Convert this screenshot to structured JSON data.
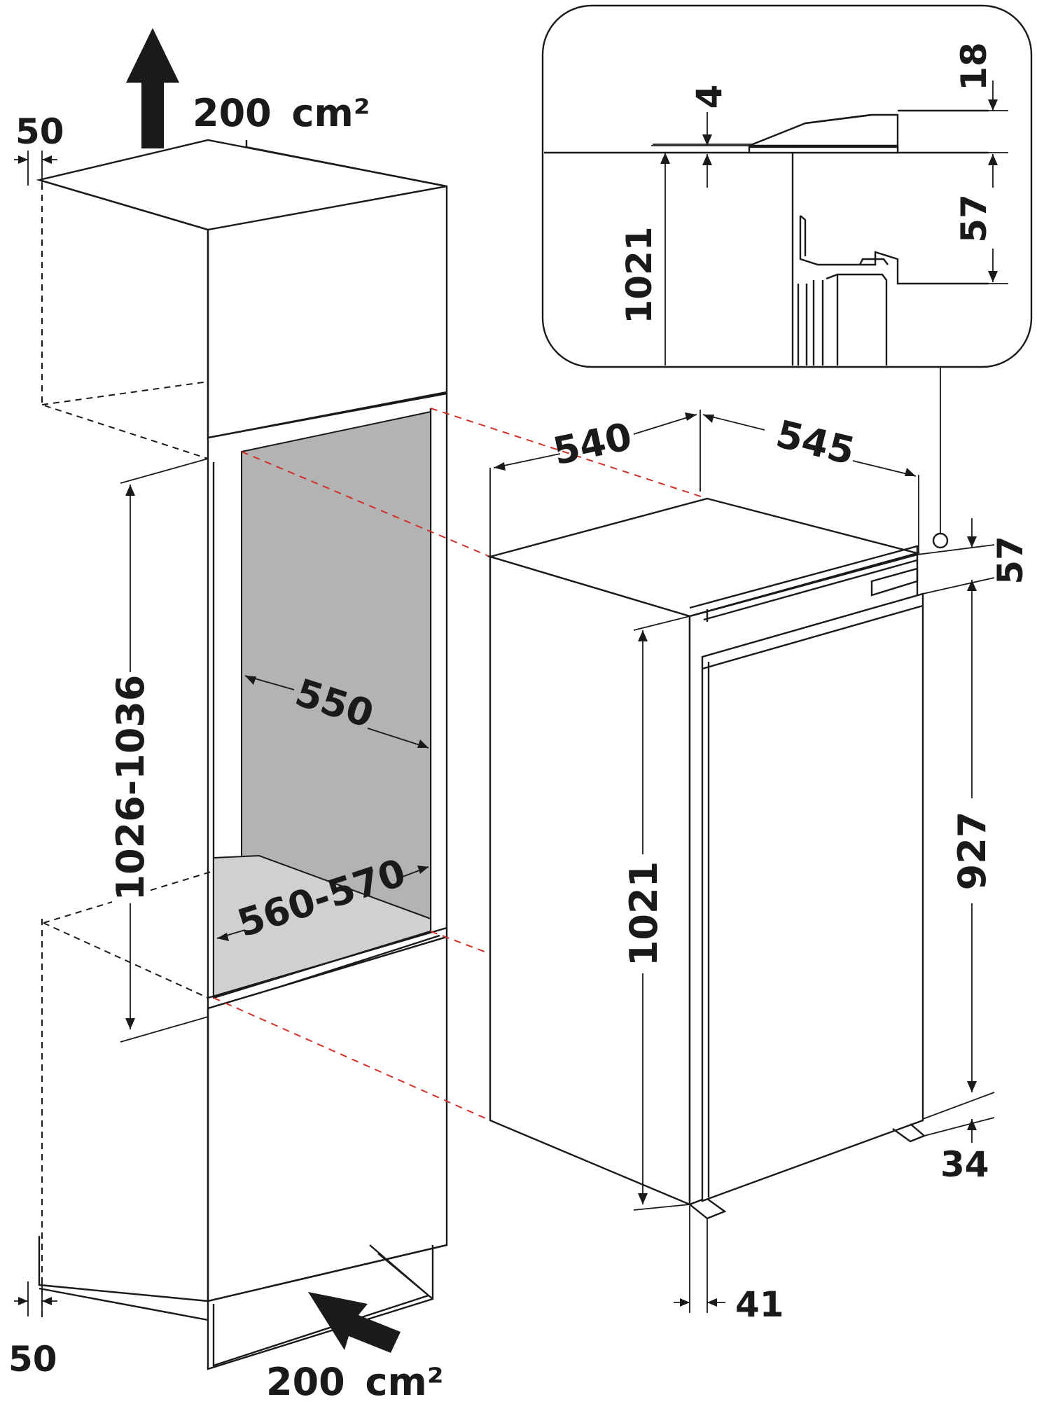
{
  "colors": {
    "line": "#1a1a1a",
    "guide": "#d0302a",
    "cavity": "#b3b3b3",
    "floor": "#d0d0d0",
    "background": "#ffffff"
  },
  "icons": [
    "airflow-out-arrow-icon",
    "airflow-in-arrow-icon",
    "mounting-point-icon"
  ],
  "ventilation": {
    "top_area": "200",
    "bottom_area": "200",
    "unit": "cm²"
  },
  "cabinet": {
    "gap_top": "50",
    "gap_bottom": "50",
    "niche_height": "1026-1036",
    "niche_width": "550",
    "niche_depth": "560-570"
  },
  "appliance": {
    "width": "540",
    "depth": "545",
    "height": "1021",
    "top_offset": "57",
    "door_height": "927",
    "bottom_offset": "34",
    "plinth_offset": "41"
  },
  "detail": {
    "gap": "4",
    "trim_height": "18",
    "hinge_offset": "57",
    "height": "1021"
  }
}
